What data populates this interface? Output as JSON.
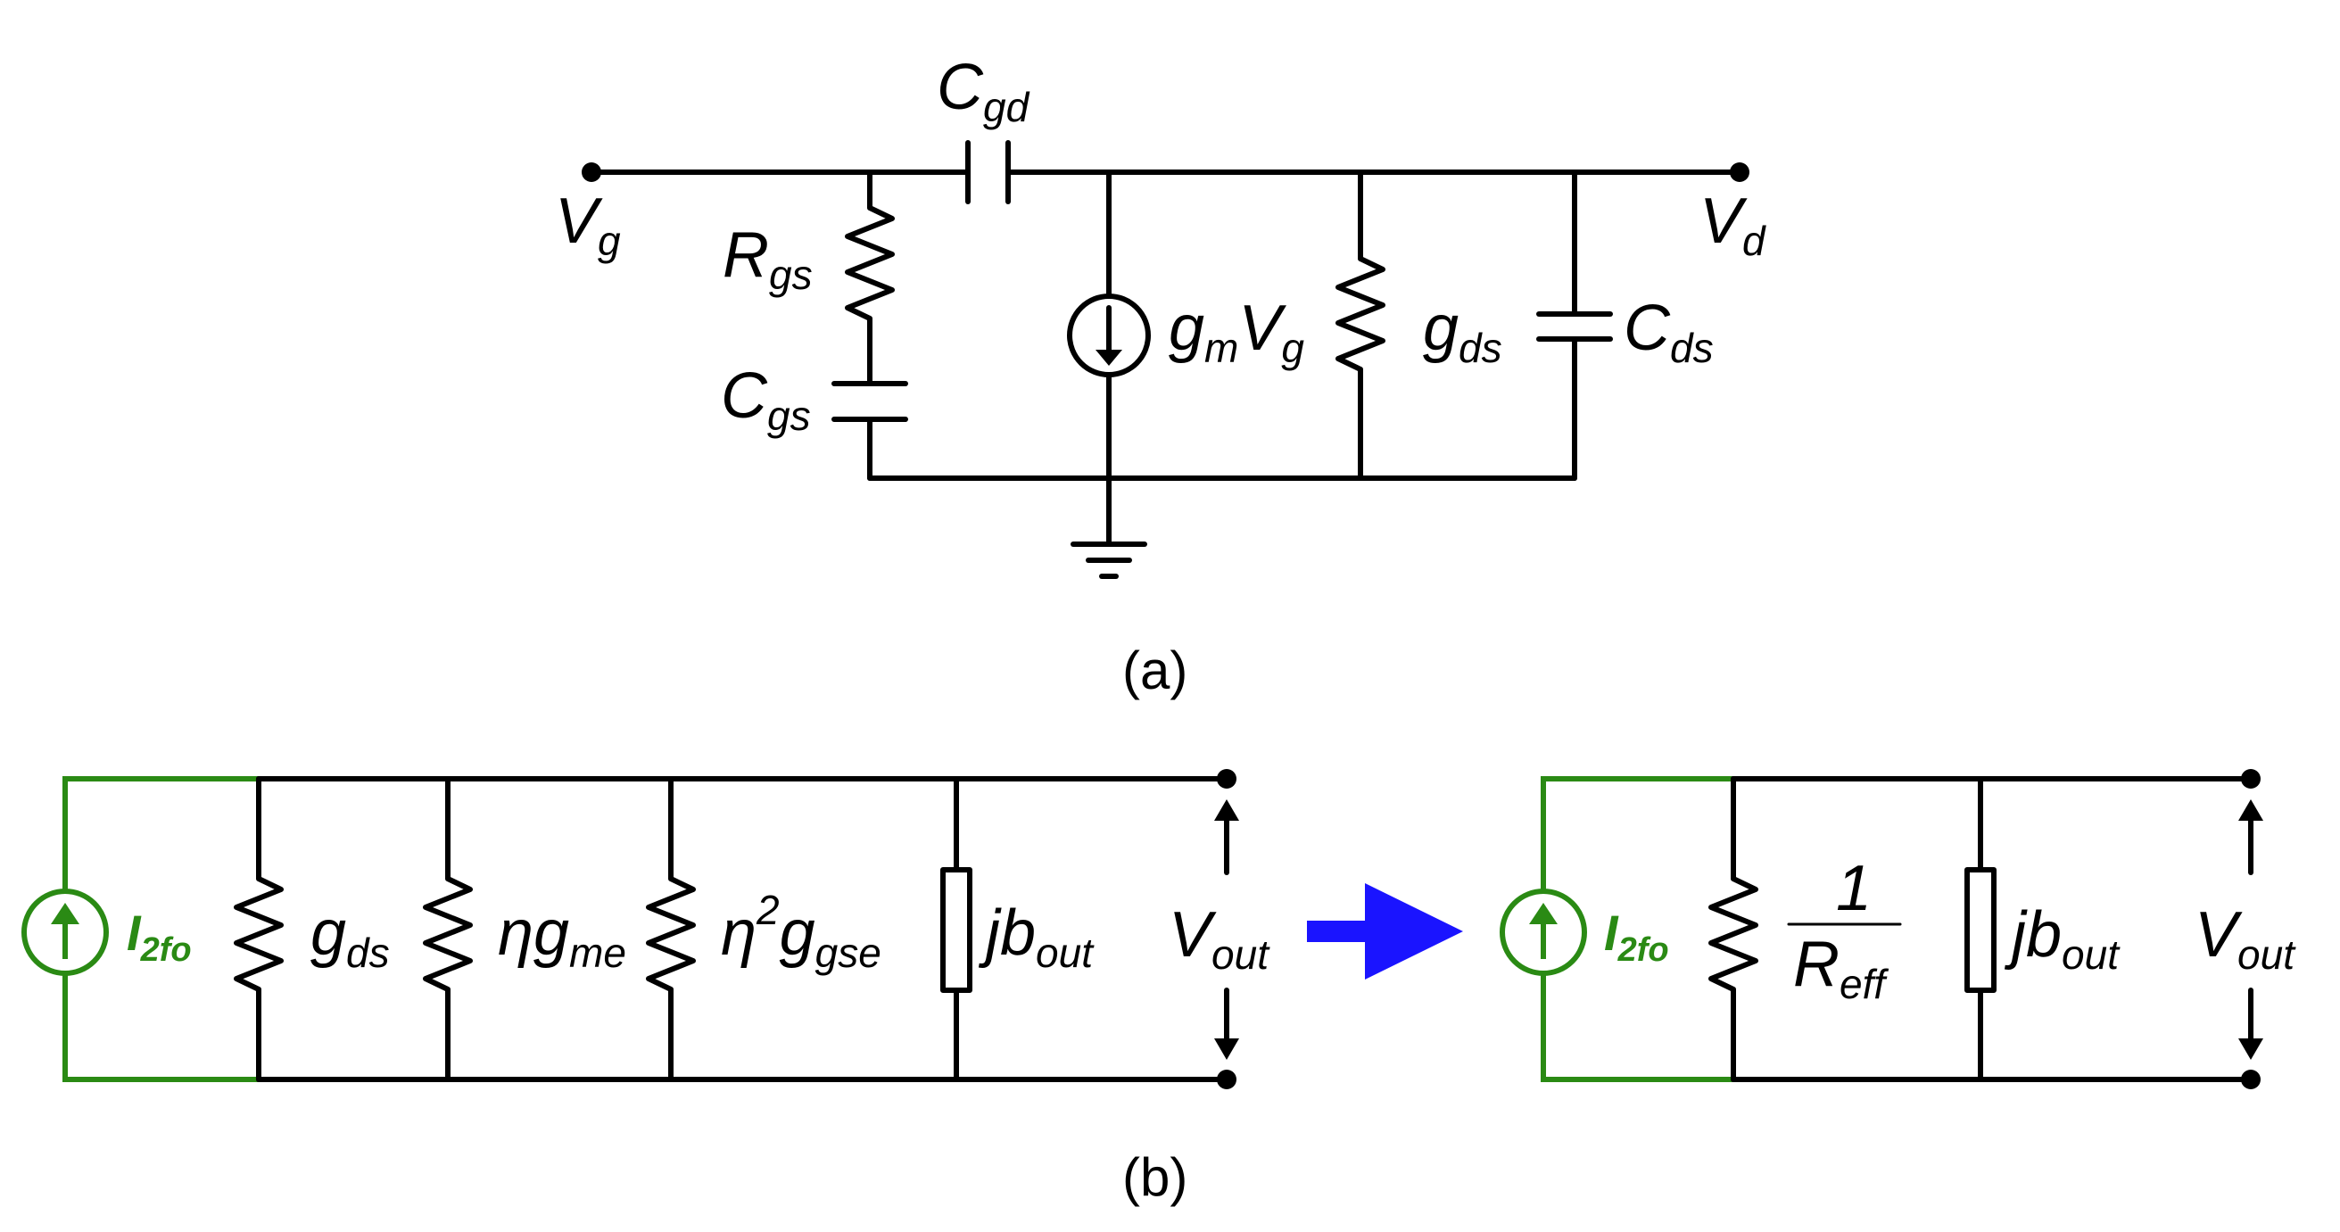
{
  "circuit_a": {
    "vg": "V",
    "vg_sub": "g",
    "vd": "V",
    "vd_sub": "d",
    "cgd": "C",
    "cgd_sub": "gd",
    "rgs": "R",
    "rgs_sub": "gs",
    "cgs": "C",
    "cgs_sub": "gs",
    "gm": "g",
    "gm_sub": "m",
    "gm_v": "V",
    "gm_v_sub": "g",
    "gds": "g",
    "gds_sub": "ds",
    "cds": "C",
    "cds_sub": "ds",
    "caption": "(a)"
  },
  "circuit_b_left": {
    "source": "I",
    "source_sub": "2fo",
    "gds": "g",
    "gds_sub": "ds",
    "eta_gme": "ηg",
    "eta_gme_sub": "me",
    "eta2": "η",
    "eta2_sup": "2",
    "eta2_g": "g",
    "eta2_sub": "gse",
    "jb": "jb",
    "jb_sub": "out",
    "vout": "V",
    "vout_sub": "out"
  },
  "circuit_b_right": {
    "source": "I",
    "source_sub": "2fo",
    "reff_num": "1",
    "reff": "R",
    "reff_sub": "eff",
    "jb": "jb",
    "jb_sub": "out",
    "vout": "V",
    "vout_sub": "out"
  },
  "caption_b": "(b)",
  "colors": {
    "source": "#2a8a14",
    "arrow": "#1a14ff",
    "wire": "#000000"
  }
}
